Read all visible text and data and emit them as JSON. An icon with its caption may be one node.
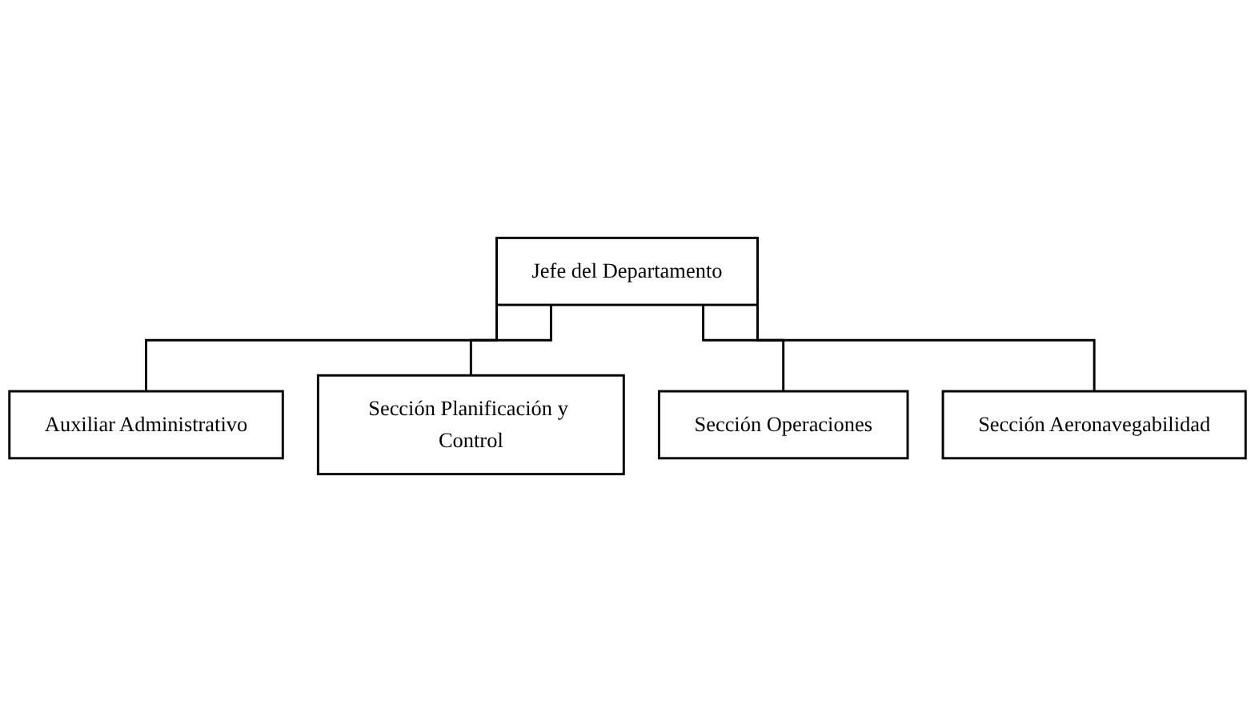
{
  "diagram": {
    "nodes": [
      {
        "text": [
          "Jefe del Departamento"
        ]
      },
      {
        "text": [
          "Auxiliar Administrativo"
        ]
      },
      {
        "text": [
          "Sección Planificación y Control"
        ]
      },
      {
        "text": [
          "Sección Operaciones"
        ]
      },
      {
        "text": [
          "Sección Aeronavegabilidad"
        ]
      }
    ],
    "edges": [
      {
        "from": 0,
        "to": 1,
        "arrow": "none"
      },
      {
        "from": 0,
        "to": 2,
        "arrow": "none"
      },
      {
        "from": 0,
        "to": 3,
        "arrow": "none"
      },
      {
        "from": 0,
        "to": 4,
        "arrow": "none"
      }
    ]
  }
}
